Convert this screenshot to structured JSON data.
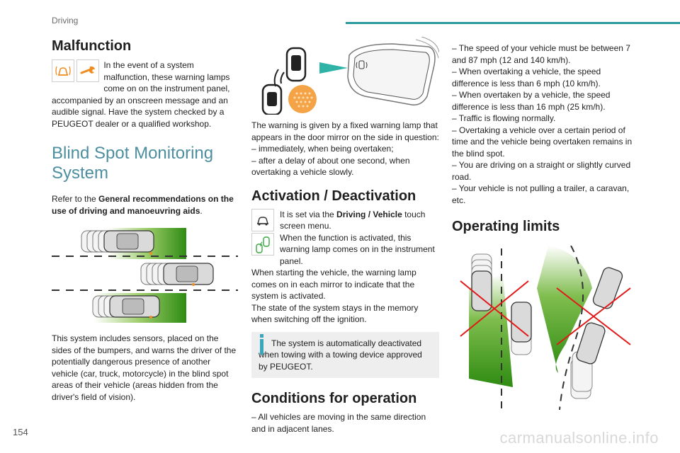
{
  "header": {
    "section": "Driving"
  },
  "page_number": "154",
  "watermark": "carmanualsonline.info",
  "colors": {
    "accent_bar": "#2b9aa0",
    "heading_light": "#4d8fa0",
    "warning_orange": "#f08c1e",
    "info_blue": "#3aa6bd",
    "zone_green": "#2e8b12"
  },
  "col1": {
    "malfunction_title": "Malfunction",
    "malfunction_text": "In the event of a system malfunction, these warning lamps come on on the instrument panel, accompanied by an onscreen message and an audible signal. Have the system checked by a PEUGEOT dealer or a qualified workshop.",
    "bsm_title": "Blind Spot Monitoring System",
    "refer_prefix": "Refer to the ",
    "refer_bold": "General recommendations on the use of driving and manoeuvring aids",
    "refer_suffix": ".",
    "system_text": "This system includes sensors, placed on the sides of the bumpers, and warns the driver of the potentially dangerous presence of another vehicle (car, truck, motorcycle) in the blind spot areas of their vehicle (areas hidden from the driver's field of vision)."
  },
  "col2": {
    "warning_text": "The warning is given by a fixed warning lamp that appears in the door mirror on the side in question:",
    "warning_items": [
      "– immediately, when being overtaken;",
      "– after a delay of about one second, when overtaking a vehicle slowly."
    ],
    "activation_title": "Activation / Deactivation",
    "activation_prefix": "It is set via the ",
    "activation_bold": "Driving / Vehicle",
    "activation_suffix": " touch screen menu.",
    "activation_lamp_text": "When the function is activated, this warning lamp comes on in the instrument panel.",
    "starting_text": "When starting the vehicle, the warning lamp comes on in each mirror to indicate that the system is activated.",
    "memory_text": "The state of the system stays in the memory when switching off the ignition.",
    "info_text": "The system is automatically deactivated when towing with a towing device approved by PEUGEOT.",
    "conditions_title": "Conditions for operation",
    "conditions_item": "– All vehicles are moving in the same direction and in adjacent lanes."
  },
  "col3": {
    "items": [
      "– The speed of your vehicle must be between 7 and 87 mph (12 and 140 km/h).",
      "– When overtaking a vehicle, the speed difference is less than 6 mph (10 km/h).",
      "– When overtaken by a vehicle, the speed difference is less than 16 mph (25 km/h).",
      "– Traffic is flowing normally.",
      "– Overtaking a vehicle over a certain period of time and the vehicle being overtaken remains in the blind spot.",
      "– You are driving on a straight or slightly curved road.",
      "– Your vehicle is not pulling a trailer, a caravan, etc."
    ],
    "limits_title": "Operating limits"
  }
}
